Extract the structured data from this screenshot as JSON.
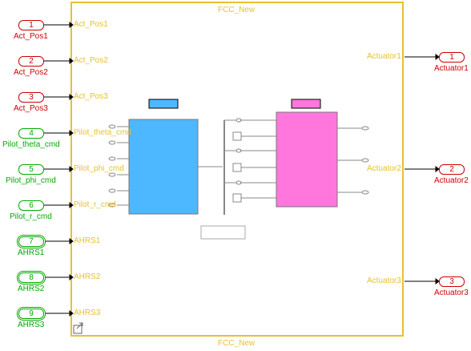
{
  "subsystem": {
    "title_top": "FCC_New",
    "title_bottom": "FCC_New"
  },
  "inputs": [
    {
      "num": "1",
      "name": "Act_Pos1",
      "inner": "Act_Pos1",
      "color": "#cc0000"
    },
    {
      "num": "2",
      "name": "Act_Pos2",
      "inner": "Act_Pos2",
      "color": "#cc0000"
    },
    {
      "num": "3",
      "name": "Act_Pos3",
      "inner": "Act_Pos3",
      "color": "#cc0000"
    },
    {
      "num": "4",
      "name": "Pilot_theta_cmd",
      "inner": "Pilot_theta_cmd",
      "color": "#00aa00"
    },
    {
      "num": "5",
      "name": "Pilot_phi_cmd",
      "inner": "Pilot_phi_cmd",
      "color": "#00aa00"
    },
    {
      "num": "6",
      "name": "Pilot_r_cmd",
      "inner": "Pilot_r_cmd",
      "color": "#00aa00"
    },
    {
      "num": "7",
      "name": "AHRS1",
      "inner": "AHRS1",
      "color": "#00aa00"
    },
    {
      "num": "8",
      "name": "AHRS2",
      "inner": "AHRS2",
      "color": "#00aa00"
    },
    {
      "num": "9",
      "name": "AHRS3",
      "inner": "AHRS3",
      "color": "#00aa00"
    }
  ],
  "outputs": [
    {
      "num": "1",
      "name": "Actuator1",
      "inner": "Actuator1",
      "color": "#cc0000"
    },
    {
      "num": "2",
      "name": "Actuator2",
      "inner": "Actuator2",
      "color": "#cc0000"
    },
    {
      "num": "3",
      "name": "Actuator3",
      "inner": "Actuator3",
      "color": "#cc0000"
    }
  ],
  "colors": {
    "subsystem_border": "#e8c030",
    "blue_block": "#4db8ff",
    "magenta_block": "#ff77dd",
    "line": "#000000"
  }
}
